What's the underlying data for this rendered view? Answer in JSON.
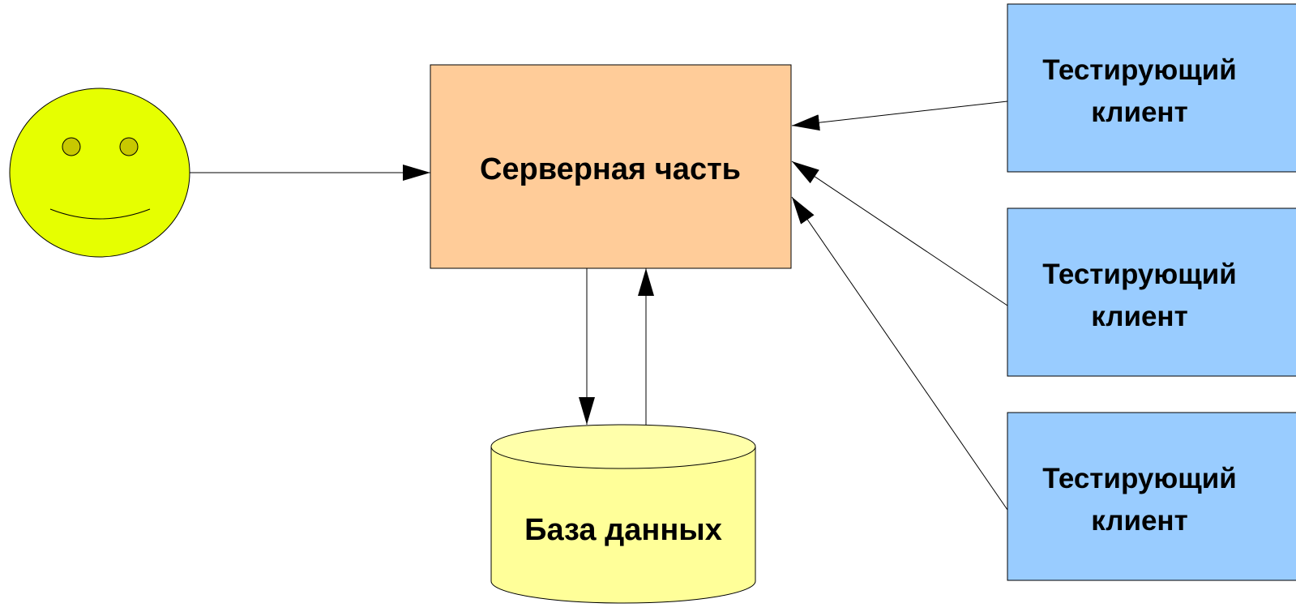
{
  "server": {
    "label": "Серверная часть",
    "fill": "#ffcc99"
  },
  "database": {
    "label": "База данных",
    "fill": "#ffff99"
  },
  "clients": [
    {
      "line1": "Тестирующий",
      "line2": "клиент"
    },
    {
      "line1": "Тестирующий",
      "line2": "клиент"
    },
    {
      "line1": "Тестирующий",
      "line2": "клиент"
    }
  ],
  "client_fill": "#99ccff",
  "user": {
    "icon": "smiley-face-icon",
    "fill": "#e6ff00"
  }
}
